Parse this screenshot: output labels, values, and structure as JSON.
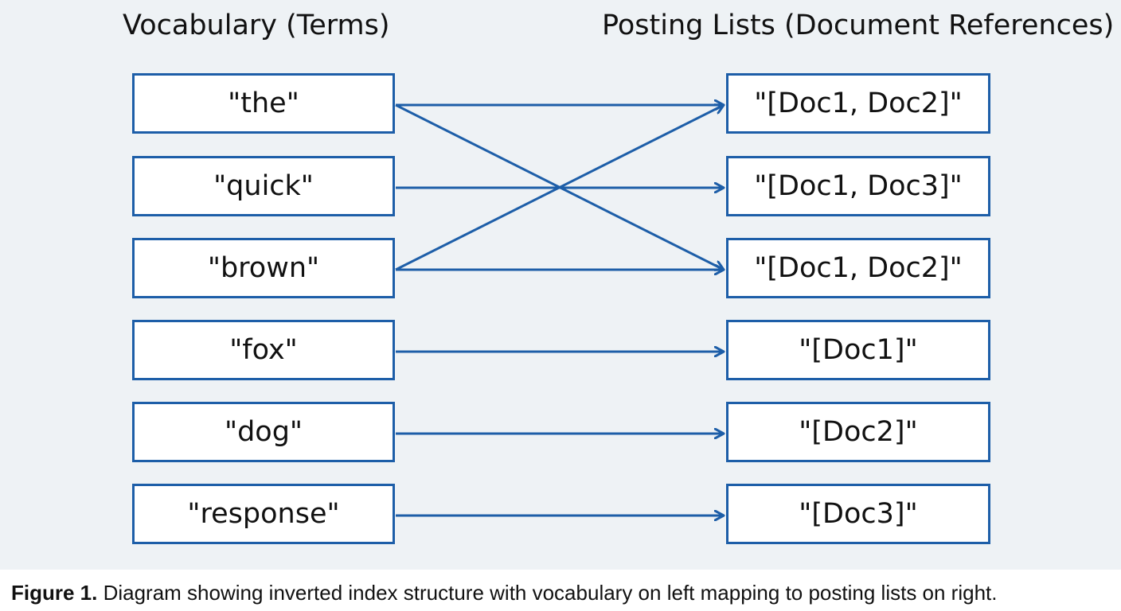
{
  "headings": {
    "left": "Vocabulary (Terms)",
    "right": "Posting Lists (Document References)"
  },
  "terms": [
    "\"the\"",
    "\"quick\"",
    "\"brown\"",
    "\"fox\"",
    "\"dog\"",
    "\"response\""
  ],
  "postings": [
    "\"[Doc1, Doc2]\"",
    "\"[Doc1, Doc3]\"",
    "\"[Doc1, Doc2]\"",
    "\"[Doc1]\"",
    "\"[Doc2]\"",
    "\"[Doc3]\""
  ],
  "links": [
    {
      "from": 0,
      "to": 0
    },
    {
      "from": 0,
      "to": 2
    },
    {
      "from": 1,
      "to": 1
    },
    {
      "from": 2,
      "to": 0
    },
    {
      "from": 2,
      "to": 2
    },
    {
      "from": 3,
      "to": 3
    },
    {
      "from": 4,
      "to": 4
    },
    {
      "from": 5,
      "to": 5
    }
  ],
  "caption": {
    "label": "Figure 1.",
    "text": " Diagram showing inverted index structure with vocabulary on left mapping to posting lists on right."
  },
  "colors": {
    "accent": "#1d5ea8",
    "background": "#eef2f5"
  }
}
